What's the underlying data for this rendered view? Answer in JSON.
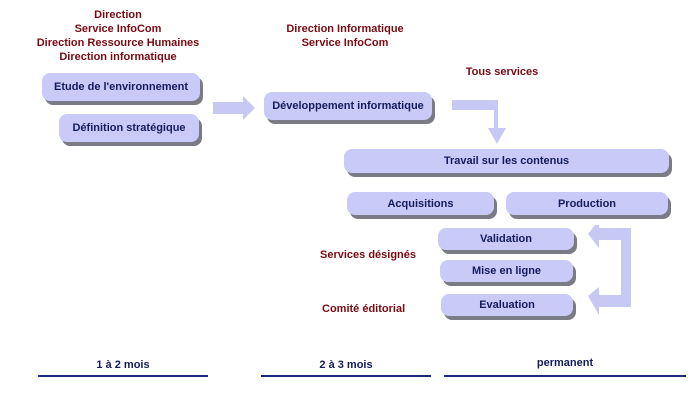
{
  "col1_actors": [
    "Direction",
    "Service InfoCom",
    "Direction Ressource Humaines",
    "Direction informatique"
  ],
  "col2_actors": [
    "Direction Informatique",
    "Service InfoCom"
  ],
  "col3_actor": "Tous services",
  "side_labels": {
    "services_designes": "Services désignés",
    "comite_editorial": "Comité éditorial"
  },
  "steps": {
    "etude": "Etude de l'environnement",
    "definition": "Définition stratégique",
    "developpement": "Développement informatique",
    "travail": "Travail sur les contenus",
    "acquisitions": "Acquisitions",
    "production": "Production",
    "validation": "Validation",
    "mise_en_ligne": "Mise en ligne",
    "evaluation": "Evaluation"
  },
  "periods": [
    "1 à 2 mois",
    "2 à 3 mois",
    "permanent"
  ],
  "colors": {
    "box_fill": "#cacaf8",
    "box_shadow": "#7b7b86",
    "box_text": "#121c5c",
    "label_text": "#7a0a12",
    "arrow_fill": "#c8c8f4",
    "timeline": "#1c2a7e"
  }
}
